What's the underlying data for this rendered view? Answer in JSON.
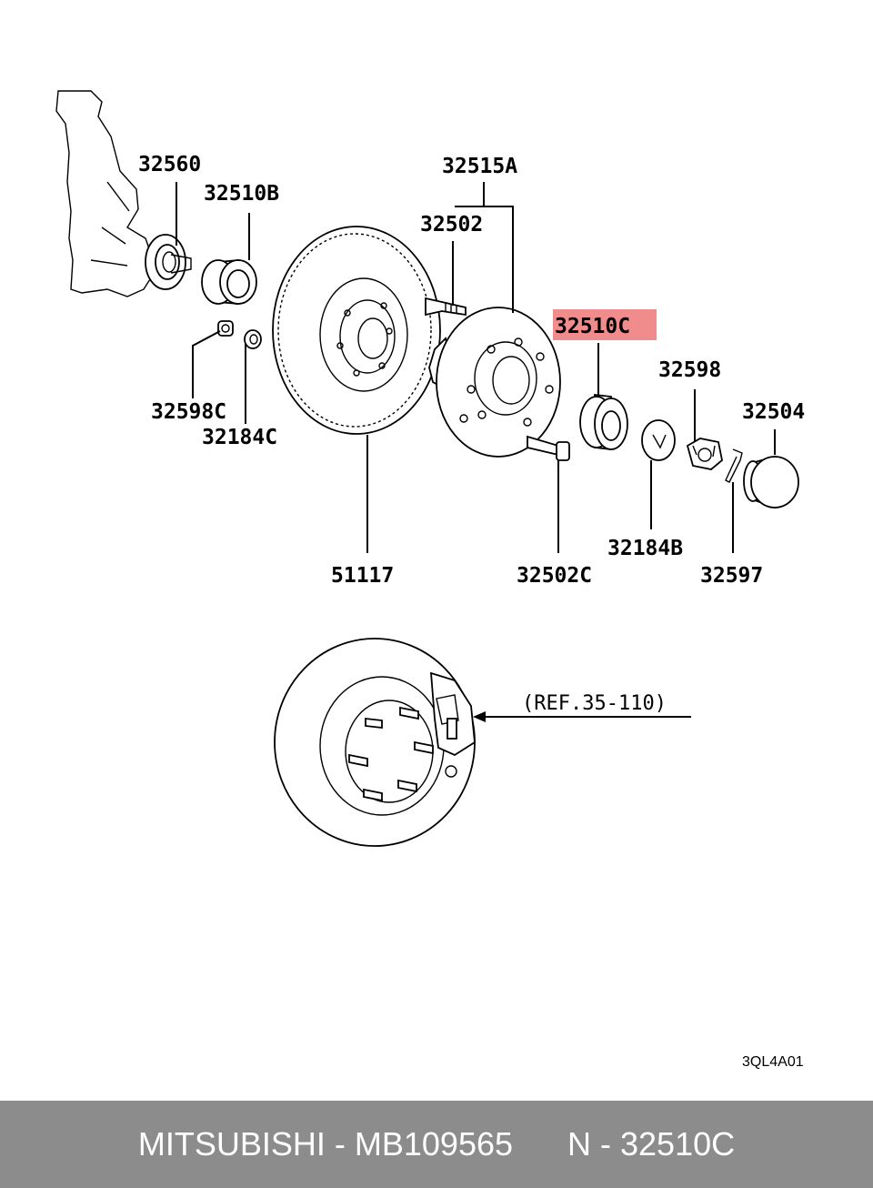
{
  "labels": {
    "p32560": "32560",
    "p32510B": "32510B",
    "p32515A": "32515A",
    "p32502": "32502",
    "p32510C": "32510C",
    "p32598": "32598",
    "p32504": "32504",
    "p32598C": "32598C",
    "p32184C": "32184C",
    "p51117": "51117",
    "p32502C": "32502C",
    "p32184B": "32184B",
    "p32597": "32597"
  },
  "reference": "(REF.35-110)",
  "diagram_code": "3QL4A01",
  "highlight": {
    "part": "32510C",
    "color": "#f08c8c"
  },
  "footer": {
    "text": "MITSUBISHI - MB109565      N - 32510C",
    "background": "#8c8c8c",
    "color": "#ffffff"
  }
}
